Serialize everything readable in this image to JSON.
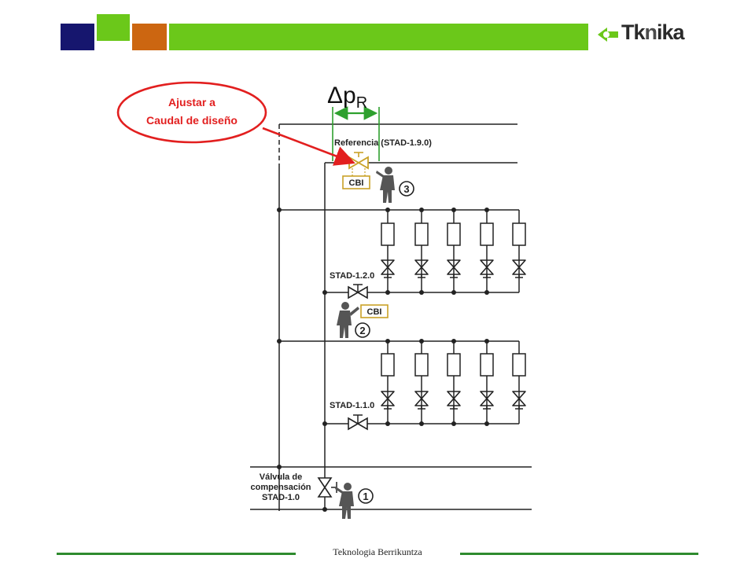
{
  "colors": {
    "navy": "#16166e",
    "green": "#6bc81a",
    "orange": "#cc6611",
    "footer_green": "#2e8b2e",
    "callout_red": "#e21f1f",
    "cbi_gold": "#c9a227"
  },
  "logo": {
    "text_a": "Tk",
    "text_b": "n",
    "text_c": "ika",
    "icon": "tknika-arrow-icon"
  },
  "callout": {
    "line1": "Ajustar a",
    "line2": "Caudal de diseño"
  },
  "delta_label": {
    "delta": "Δ",
    "p": "p",
    "sub": "R"
  },
  "labels": {
    "referencia": "Referencia (STAD-1.9.0)",
    "stad_120": "STAD-1.2.0",
    "stad_110": "STAD-1.1.0",
    "valvula_1": "Válvula de",
    "valvula_2": "compensación",
    "valvula_3": "STAD-1.0",
    "cbi_top": "CBI",
    "cbi_mid": "CBI"
  },
  "steps": [
    "1",
    "2",
    "3"
  ],
  "footer": {
    "text": "Teknologia Berrikuntza"
  }
}
